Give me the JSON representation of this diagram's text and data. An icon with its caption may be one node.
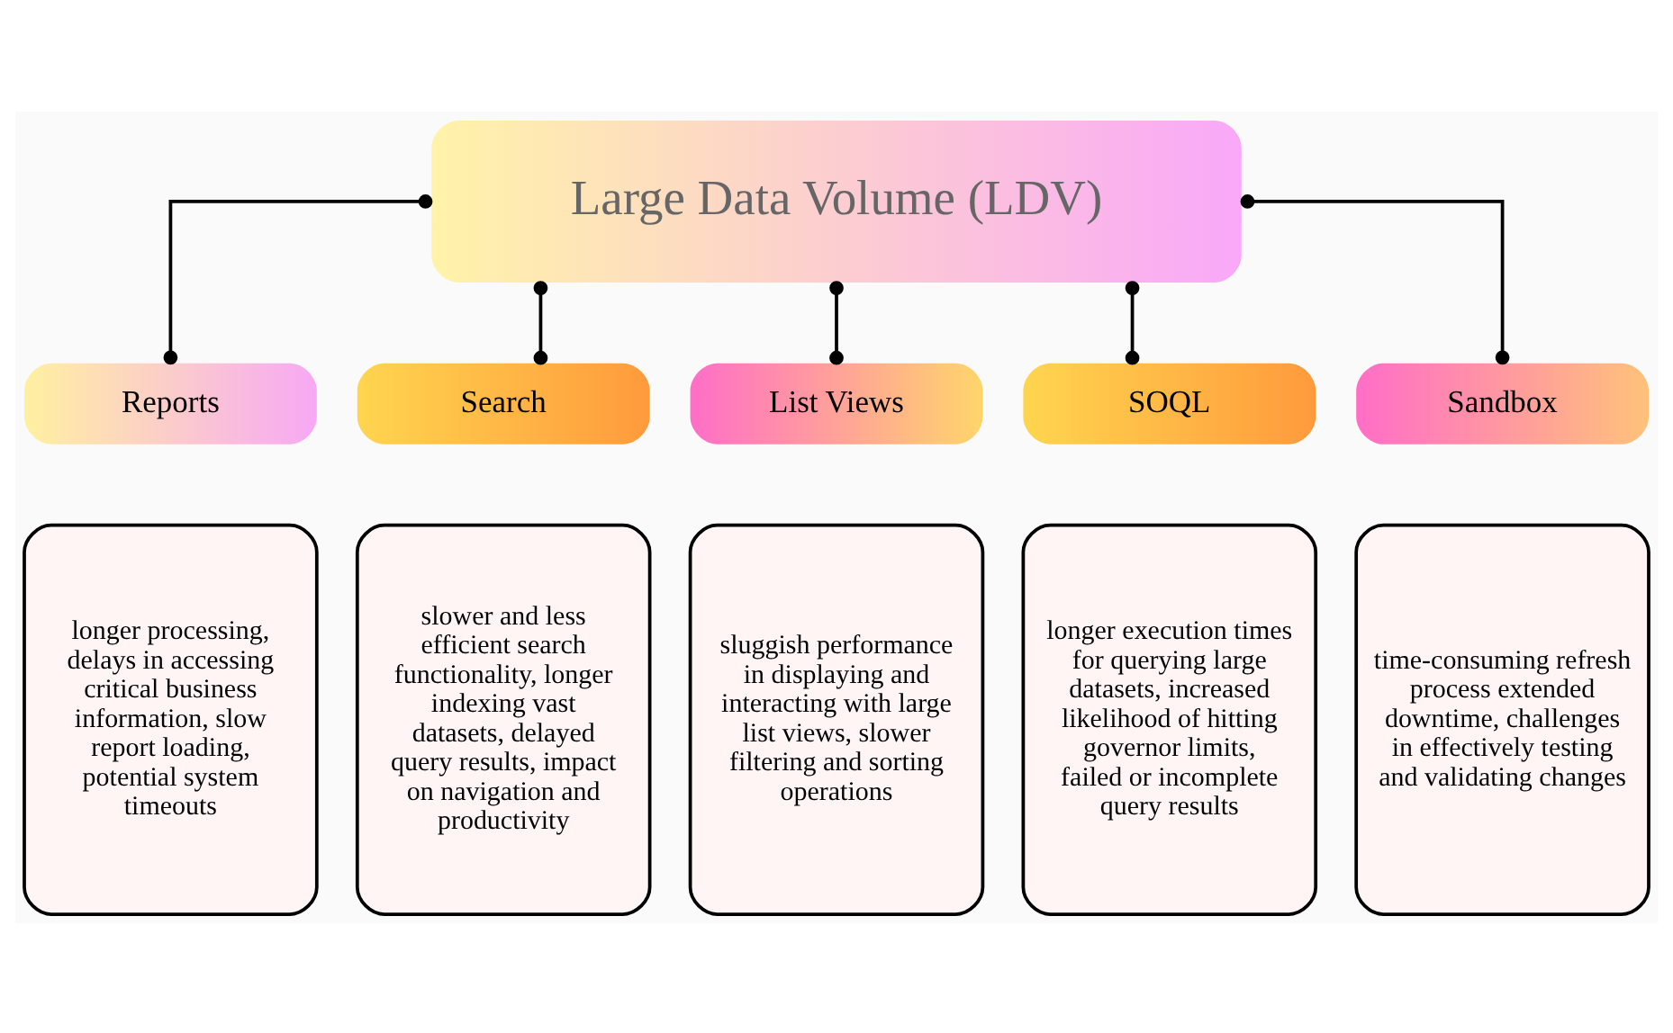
{
  "diagram": {
    "nodes": [
      {
        "text": [
          "Large Data Volume (LDV)"
        ]
      },
      {
        "text": [
          "Reports"
        ]
      },
      {
        "text": [
          "Search"
        ]
      },
      {
        "text": [
          "List Views"
        ]
      },
      {
        "text": [
          "SOQL"
        ]
      },
      {
        "text": [
          "Sandbox"
        ]
      },
      {
        "text": [
          "longer processing, delays in accessing critical business information, slow report loading, potential system timeouts"
        ]
      },
      {
        "text": [
          "slower and less efficient search functionality, longer indexing vast datasets, delayed query results, impact on navigation and productivity"
        ]
      },
      {
        "text": [
          "sluggish performance in displaying and interacting with large list views, slower filtering and sorting operations"
        ]
      },
      {
        "text": [
          "longer execution times for querying large datasets, increased likelihood of hitting governor limits, failed or incomplete query results"
        ]
      },
      {
        "text": [
          "time-consuming refresh process extended downtime, challenges in effectively testing and validating changes"
        ]
      }
    ],
    "edges": [
      {
        "from": 0,
        "to": 1,
        "arrow": "other"
      },
      {
        "from": 0,
        "to": 2,
        "arrow": "other"
      },
      {
        "from": 0,
        "to": 3,
        "arrow": "other"
      },
      {
        "from": 0,
        "to": 4,
        "arrow": "other"
      },
      {
        "from": 0,
        "to": 5,
        "arrow": "other"
      }
    ]
  }
}
